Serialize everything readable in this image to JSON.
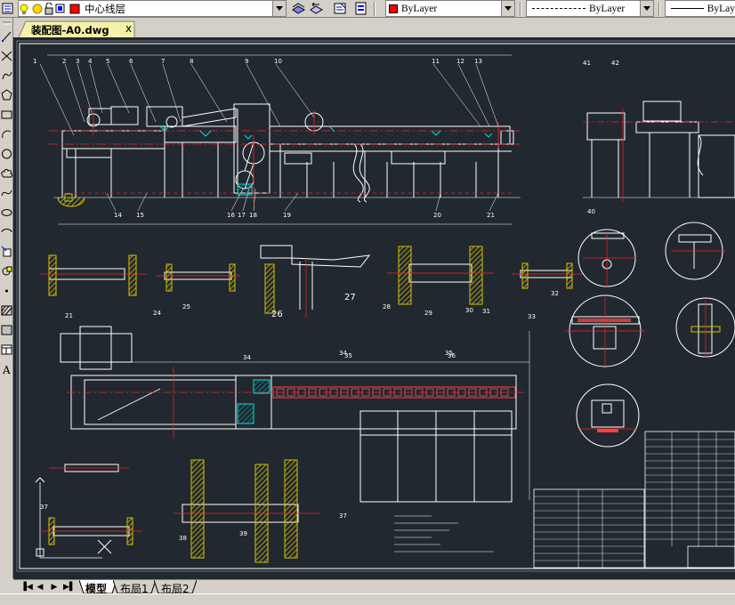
{
  "toolbar": {
    "layer_name": "中心线层",
    "layer_color": "#ff0000",
    "color_value": "ByLayer",
    "linetype_value": "ByLayer",
    "lineweight_value": "ByLay"
  },
  "document": {
    "tab_title": "装配图-A0.dwg",
    "close_symbol": "x"
  },
  "layout_tabs": {
    "model": "模型",
    "layout1": "布局1",
    "layout2": "布局2"
  },
  "drawing": {
    "background": "#212830",
    "callouts_top": [
      "1",
      "2",
      "3",
      "4",
      "5",
      "6",
      "7",
      "8",
      "9",
      "10",
      "11",
      "12",
      "13"
    ],
    "callouts_bottom": [
      "14",
      "15",
      "16",
      "17",
      "18",
      "19",
      "20",
      "21"
    ],
    "callouts_right": [
      "41",
      "42",
      "40"
    ],
    "detail_labels": [
      "21",
      "24",
      "25",
      "26",
      "27",
      "28",
      "29",
      "30",
      "31",
      "32",
      "33",
      "34",
      "35",
      "36",
      "37",
      "38",
      "39"
    ],
    "plan_labels": [
      "34",
      "35",
      "37"
    ]
  }
}
